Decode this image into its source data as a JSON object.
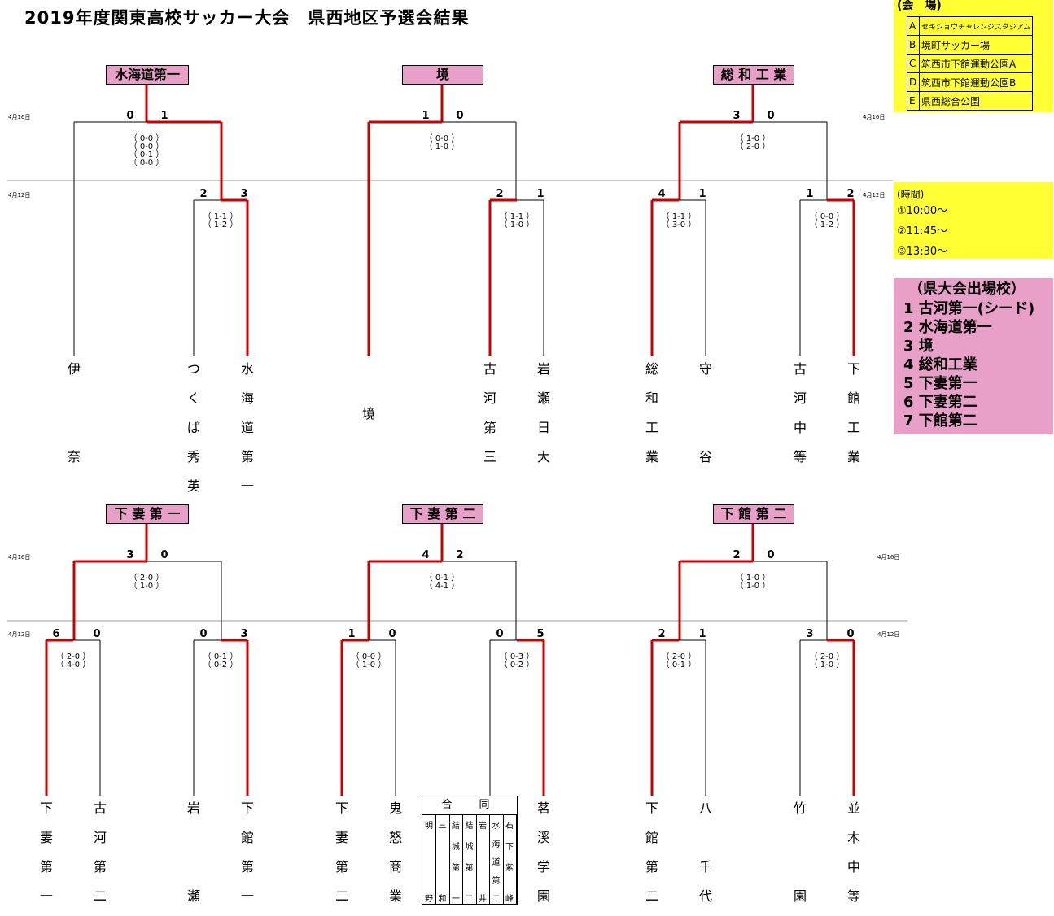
{
  "title": "2019年度関東高校サッカー大会　県西地区予選会結果",
  "colors": {
    "win_line": "#cc0000",
    "line": "#000000",
    "winner_box": "#e8a0c8",
    "info_yellow": "#ffff33",
    "info_pink": "#e8a0c8"
  },
  "venue": {
    "title": "(会　場)",
    "rows": [
      {
        "key": "A",
        "name": "セキショウチャレンジスタジアム"
      },
      {
        "key": "B",
        "name": "境町サッカー場"
      },
      {
        "key": "C",
        "name": "筑西市下館運動公園A"
      },
      {
        "key": "D",
        "name": "筑西市下館運動公園B"
      },
      {
        "key": "E",
        "name": "県西総合公園"
      }
    ]
  },
  "time": {
    "title": "(時間)",
    "slots": [
      "①10:00～",
      "②11:45～",
      "③13:30～"
    ]
  },
  "advancing": {
    "title": "（県大会出場校）",
    "items": [
      "1 古河第一(シード)",
      "2 水海道第一",
      "3 境",
      "4 総和工業",
      "5 下妻第一",
      "6 下妻第二",
      "7 下館第二"
    ]
  },
  "dates": {
    "d416": "4月16日",
    "d412": "4月12日"
  },
  "godo": {
    "header": "合　同",
    "cols": [
      [
        "明",
        "野"
      ],
      [
        "三",
        "和"
      ],
      [
        "結",
        "城",
        "第",
        "一"
      ],
      [
        "結",
        "城",
        "第",
        "二"
      ],
      [
        "岩",
        "井"
      ],
      [
        "水",
        "海",
        "道",
        "第",
        "二"
      ],
      [
        "石",
        "下",
        "紫",
        "峰"
      ]
    ]
  },
  "brackets": [
    {
      "winner": "水海道第一",
      "final": {
        "left_score": "0",
        "right_score": "1",
        "pk": "（ 0-0 ）\n（ 0-0 ）\n（ 0-1 ）\n（ 0-0 ）"
      },
      "left_team": {
        "name": "伊奈",
        "chars": [
          "伊",
          "",
          "",
          "奈"
        ]
      },
      "semi_right": {
        "left_score": "2",
        "right_score": "3",
        "pk": "（ 1-1 ）\n（ 1-2 ）",
        "teams": [
          {
            "name": "つくば秀英",
            "chars": [
              "つ",
              "く",
              "ば",
              "秀",
              "英"
            ]
          },
          {
            "name": "水海道第一",
            "chars": [
              "水",
              "海",
              "道",
              "第",
              "一"
            ]
          }
        ]
      }
    },
    {
      "winner": "境",
      "final": {
        "left_score": "1",
        "right_score": "0",
        "pk": "（ 0-0 ）\n（ 1-0 ）"
      },
      "left_team": {
        "name": "境",
        "chars": [
          "境"
        ]
      },
      "semi_right": {
        "left_score": "2",
        "right_score": "1",
        "pk": "（ 1-1 ）\n（ 1-0 ）",
        "teams": [
          {
            "name": "古河第三",
            "chars": [
              "古",
              "河",
              "第",
              "三"
            ]
          },
          {
            "name": "岩瀬日大",
            "chars": [
              "岩",
              "瀬",
              "日",
              "大"
            ]
          }
        ]
      }
    },
    {
      "winner": "総 和 工 業",
      "final": {
        "left_score": "3",
        "right_score": "0",
        "pk": "（ 1-0 ）\n（ 2-0 ）"
      },
      "semi_left": {
        "left_score": "4",
        "right_score": "1",
        "pk": "（ 1-1 ）\n（ 3-0 ）",
        "teams": [
          {
            "name": "総和工業",
            "chars": [
              "総",
              "和",
              "工",
              "業"
            ]
          },
          {
            "name": "守谷",
            "chars": [
              "守",
              "",
              "",
              "谷"
            ]
          }
        ]
      },
      "semi_right": {
        "left_score": "1",
        "right_score": "2",
        "pk": "（ 0-0 ）\n（ 1-2 ）",
        "teams": [
          {
            "name": "古河中等",
            "chars": [
              "古",
              "河",
              "中",
              "等"
            ]
          },
          {
            "name": "下館工業",
            "chars": [
              "下",
              "館",
              "工",
              "業"
            ]
          }
        ]
      }
    },
    {
      "winner": "下 妻 第 一",
      "final": {
        "left_score": "3",
        "right_score": "0",
        "pk": "（ 2-0 ）\n（ 1-0 ）"
      },
      "semi_left": {
        "left_score": "6",
        "right_score": "0",
        "pk": "（ 2-0 ）\n（ 4-0 ）",
        "teams": [
          {
            "name": "下妻第一",
            "chars": [
              "下",
              "妻",
              "第",
              "一"
            ]
          },
          {
            "name": "古河第二",
            "chars": [
              "古",
              "河",
              "第",
              "二"
            ]
          }
        ]
      },
      "semi_right": {
        "left_score": "0",
        "right_score": "3",
        "pk": "（ 0-1 ）\n（ 0-2 ）",
        "teams": [
          {
            "name": "岩瀬",
            "chars": [
              "岩",
              "",
              "",
              "瀬"
            ]
          },
          {
            "name": "下館第一",
            "chars": [
              "下",
              "館",
              "第",
              "一"
            ]
          }
        ]
      }
    },
    {
      "winner": "下 妻 第 二",
      "final": {
        "left_score": "4",
        "right_score": "2",
        "pk": "（ 0-1 ）\n（ 4-1 ）"
      },
      "semi_left": {
        "left_score": "1",
        "right_score": "0",
        "pk": "（ 0-0 ）\n（ 1-0 ）",
        "teams": [
          {
            "name": "下妻第二",
            "chars": [
              "下",
              "妻",
              "第",
              "二"
            ]
          },
          {
            "name": "鬼怒商業",
            "chars": [
              "鬼",
              "怒",
              "商",
              "業"
            ]
          }
        ]
      },
      "semi_right": {
        "left_score": "0",
        "right_score": "5",
        "pk": "（ 0-3 ）\n（ 0-2 ）",
        "teams": [
          {
            "name": "合同",
            "chars": []
          },
          {
            "name": "茗溪学園",
            "chars": [
              "茗",
              "溪",
              "学",
              "園"
            ]
          }
        ]
      }
    },
    {
      "winner": "下 館 第 二",
      "final": {
        "left_score": "2",
        "right_score": "0",
        "pk": "（ 1-0 ）\n（ 1-0 ）"
      },
      "semi_left": {
        "left_score": "2",
        "right_score": "1",
        "pk": "（ 2-0 ）\n（ 0-1 ）",
        "teams": [
          {
            "name": "下館第二",
            "chars": [
              "下",
              "館",
              "第",
              "二"
            ]
          },
          {
            "name": "八千代",
            "chars": [
              "八",
              "",
              "千",
              "代"
            ]
          }
        ]
      },
      "semi_right": {
        "left_score": "3",
        "right_score": "0",
        "pk": "（ 2-0 ）\n（ 1-0 ）",
        "teams": [
          {
            "name": "竹園",
            "chars": [
              "竹",
              "",
              "",
              "園"
            ]
          },
          {
            "name": "並木中等",
            "chars": [
              "並",
              "木",
              "中",
              "等"
            ]
          }
        ]
      }
    }
  ]
}
